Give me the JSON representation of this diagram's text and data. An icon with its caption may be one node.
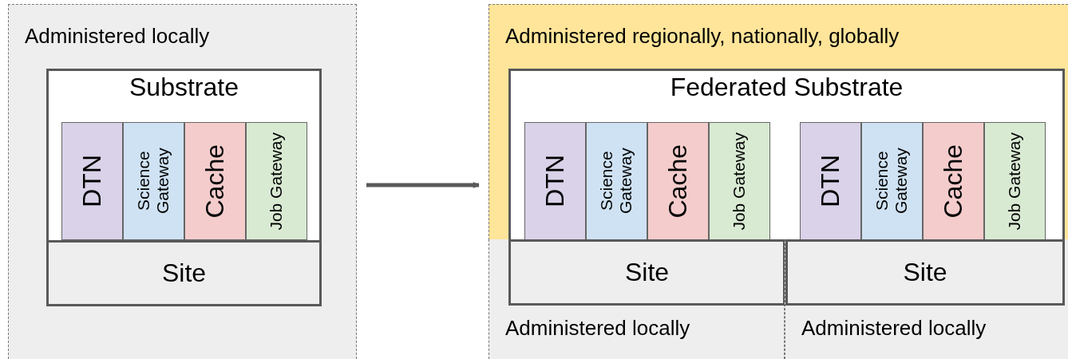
{
  "diagram": {
    "nodes": [
      {
        "text": [
          "Administered locally"
        ]
      },
      {
        "text": [
          "Substrate"
        ],
        "in": 0
      },
      {
        "text": [
          "DTN"
        ],
        "in": 1
      },
      {
        "text": [
          "Science Gateway"
        ],
        "in": 1
      },
      {
        "text": [
          "Cache"
        ],
        "in": 1
      },
      {
        "text": [
          "Job Gateway"
        ],
        "in": 1
      },
      {
        "text": [
          "Site"
        ],
        "in": 0
      },
      {
        "text": [
          "Administered regionally, nationally, globally"
        ]
      },
      {
        "text": [
          "Federated Substrate"
        ],
        "in": 7
      },
      {
        "text": [
          "DTN"
        ],
        "in": 8
      },
      {
        "text": [
          "Science Gateway"
        ],
        "in": 8
      },
      {
        "text": [
          "Cache"
        ],
        "in": 8
      },
      {
        "text": [
          "Job Gateway"
        ],
        "in": 8
      },
      {
        "text": [
          "DTN"
        ],
        "in": 8
      },
      {
        "text": [
          "Science Gateway"
        ],
        "in": 8
      },
      {
        "text": [
          "Cache"
        ],
        "in": 8
      },
      {
        "text": [
          "Job Gateway"
        ],
        "in": 8
      },
      {
        "text": [
          "Administered locally"
        ]
      },
      {
        "text": [
          "Administered locally"
        ]
      },
      {
        "text": [
          "Site"
        ],
        "in": 17
      },
      {
        "text": [
          "Site"
        ],
        "in": 18
      }
    ],
    "edges": [
      {
        "from": 0,
        "to": 7,
        "arrow": "to"
      }
    ]
  }
}
